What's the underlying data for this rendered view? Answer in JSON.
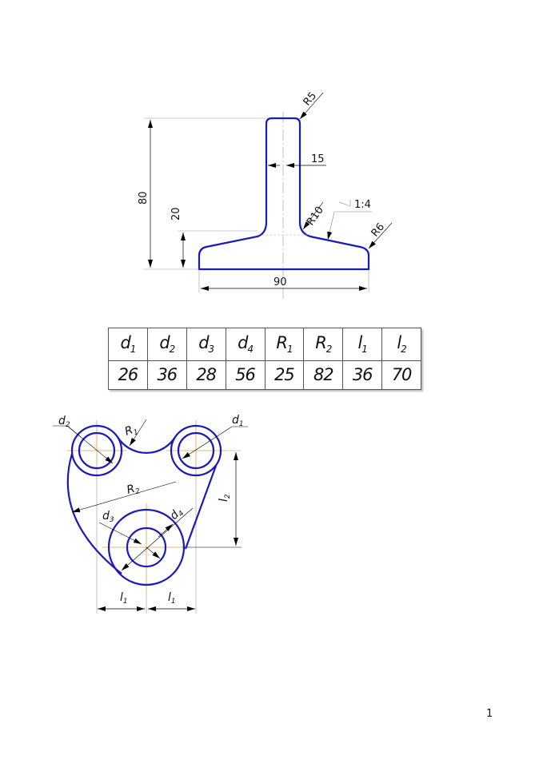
{
  "drawing1": {
    "dimensions": {
      "height_total": "80",
      "height_base": "20",
      "width_base": "90",
      "stem_width": "15",
      "radius_top": "R5",
      "radius_fillet": "R10",
      "radius_corner": "R6",
      "taper": "1:4"
    }
  },
  "table": {
    "headers": [
      {
        "base": "d",
        "sub": "1"
      },
      {
        "base": "d",
        "sub": "2"
      },
      {
        "base": "d",
        "sub": "3"
      },
      {
        "base": "d",
        "sub": "4"
      },
      {
        "base": "R",
        "sub": "1"
      },
      {
        "base": "R",
        "sub": "2"
      },
      {
        "base": "l",
        "sub": "1"
      },
      {
        "base": "l",
        "sub": "2"
      }
    ],
    "values": [
      "26",
      "36",
      "28",
      "56",
      "25",
      "82",
      "36",
      "70"
    ]
  },
  "drawing2": {
    "labels": {
      "d1": "d",
      "d1_sub": "1",
      "d2": "d",
      "d2_sub": "2",
      "d3": "d",
      "d3_sub": "3",
      "d4": "d",
      "d4_sub": "4",
      "R1": "R",
      "R1_sub": "1",
      "R2": "R",
      "R2_sub": "2",
      "l1": "l",
      "l1_sub": "1",
      "l2": "l",
      "l2_sub": "2"
    }
  },
  "page_number": "1",
  "colors": {
    "outline": "#1a1ab8",
    "thin": "#444444",
    "center": "#e0a040"
  }
}
